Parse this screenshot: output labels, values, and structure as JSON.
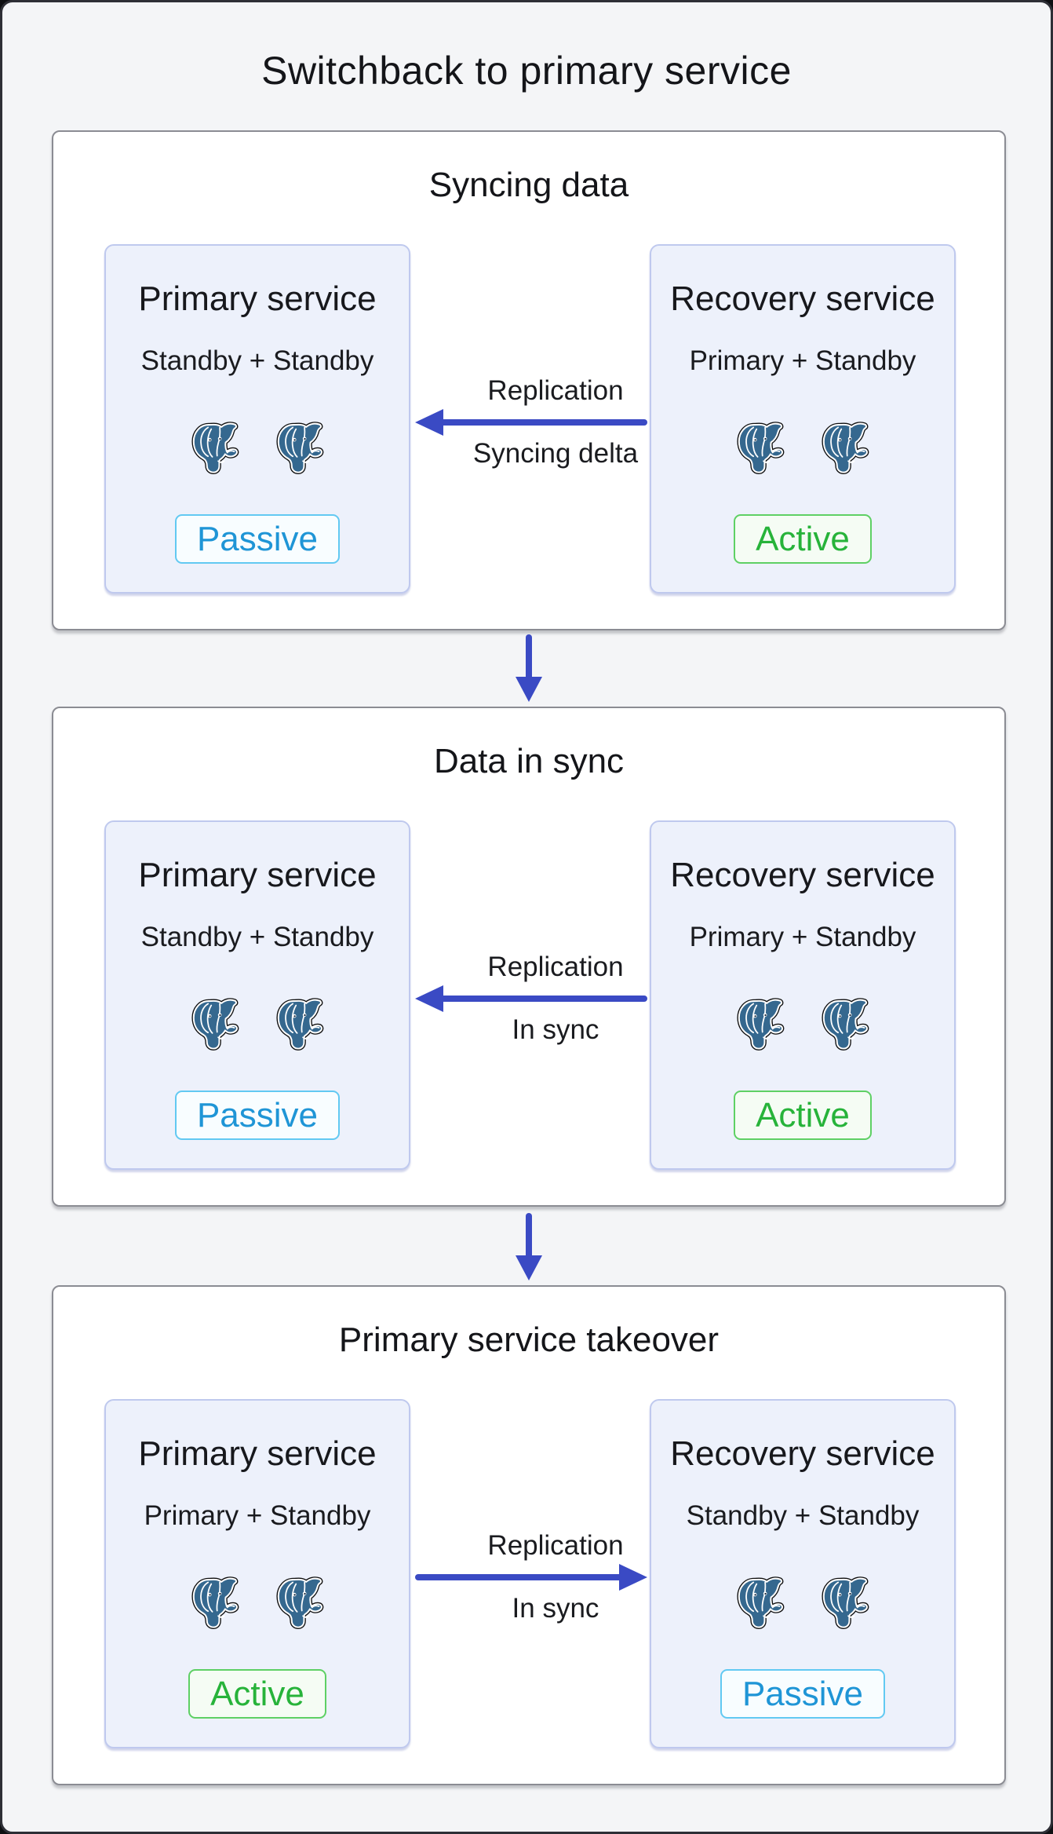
{
  "page": {
    "title": "Switchback to primary service"
  },
  "colors": {
    "arrow_indigo": "#3a4ac4",
    "active_green": "#27b33a",
    "passive_blue": "#1f95d6",
    "postgres_blue": "#35688f",
    "card_bg": "#edf1fb",
    "card_border": "#bfc9ee",
    "section_border": "#8b8c93",
    "page_bg": "#f4f5f7"
  },
  "icons": {
    "database": "postgres-elephant-icon",
    "flow_between_sections": "arrow-down-icon",
    "replication_left": "arrow-left-icon",
    "replication_right": "arrow-right-icon"
  },
  "sections": [
    {
      "title": "Syncing data",
      "left_card": {
        "title": "Primary service",
        "subtitle": "Standby + Standby",
        "badge": "Passive"
      },
      "right_card": {
        "title": "Recovery service",
        "subtitle": "Primary + Standby",
        "badge": "Active"
      },
      "arrow": {
        "direction": "left",
        "label_top": "Replication",
        "label_bottom": "Syncing delta"
      }
    },
    {
      "title": "Data in sync",
      "left_card": {
        "title": "Primary service",
        "subtitle": "Standby + Standby",
        "badge": "Passive"
      },
      "right_card": {
        "title": "Recovery service",
        "subtitle": "Primary + Standby",
        "badge": "Active"
      },
      "arrow": {
        "direction": "left",
        "label_top": "Replication",
        "label_bottom": "In sync"
      }
    },
    {
      "title": "Primary service takeover",
      "left_card": {
        "title": "Primary service",
        "subtitle": "Primary + Standby",
        "badge": "Active"
      },
      "right_card": {
        "title": "Recovery service",
        "subtitle": "Standby + Standby",
        "badge": "Passive"
      },
      "arrow": {
        "direction": "right",
        "label_top": "Replication",
        "label_bottom": "In sync"
      }
    }
  ]
}
